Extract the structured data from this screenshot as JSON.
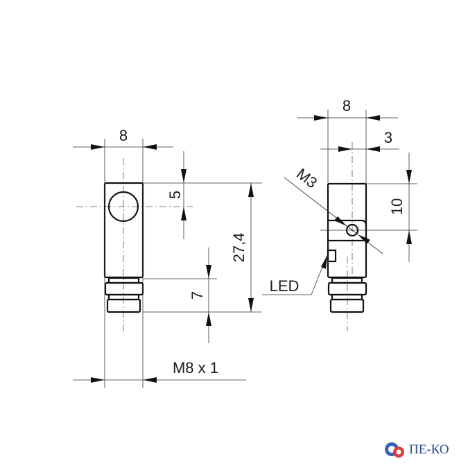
{
  "left_view": {
    "width_label": "8",
    "hole_offset_label": "5",
    "length_label": "27,4",
    "connector_length_label": "7",
    "thread_label": "M8 x 1"
  },
  "right_view": {
    "width_label": "8",
    "screw_offset_label": "3",
    "screw_height_label": "10",
    "screw_label": "M3",
    "led_label": "LED"
  },
  "logo": {
    "text": "ПЕ-КО",
    "colors": {
      "gear_blue": "#3b63b5",
      "gear_red": "#d8403a"
    }
  }
}
